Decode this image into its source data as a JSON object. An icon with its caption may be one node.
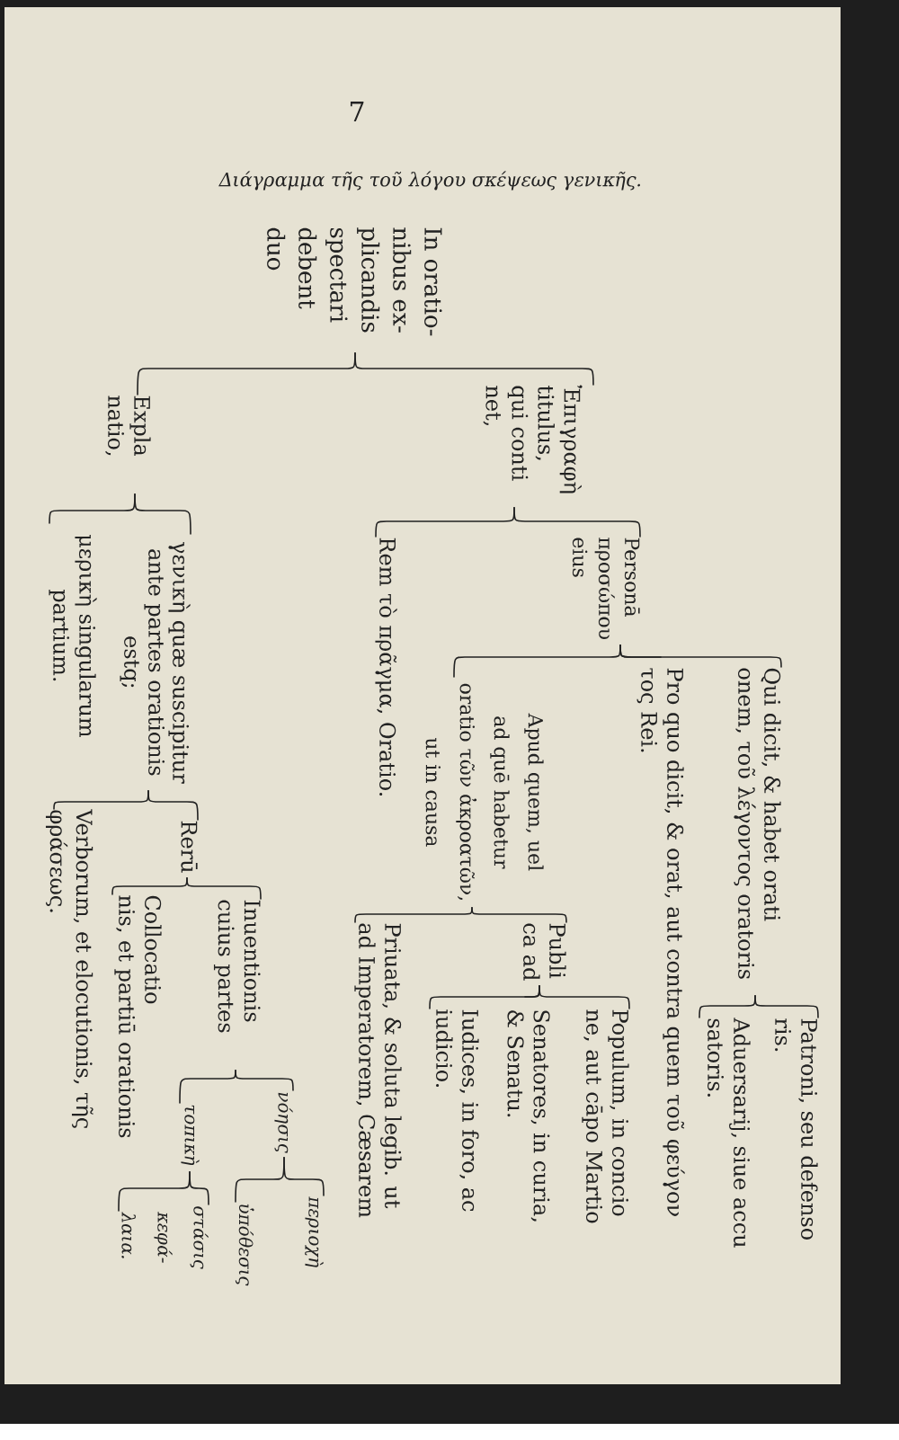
{
  "diagram": {
    "title": "Διάγραμμα τῆς τοῦ λόγου σκέψεως γενικῆς.",
    "nodes": [
      {
        "text": [
          "In oratio- nibus ex- plicandis spectari debent duo"
        ]
      },
      {
        "text": [
          "Ἐπιγραφὴ titulus, qui conti net,"
        ]
      },
      {
        "text": [
          "Personā προσώπου eius"
        ]
      },
      {
        "text": [
          "Qui dicit, & habet orati onem, τοῦ λέγοντος oratoris"
        ]
      },
      {
        "text": [
          "Patroni, seu defenso ris."
        ]
      },
      {
        "text": [
          "Aduersarij, siue accu satoris."
        ]
      },
      {
        "text": [
          "Pro quo dicit, & orat, aut contra quem τοῦ φεύγον τος Rei."
        ]
      },
      {
        "text": [
          "Apud quem, uel ad quē habetur oratio τῶν ἀκροατῶν, ut in causa"
        ]
      },
      {
        "text": [
          "Publi ca ad"
        ]
      },
      {
        "text": [
          "Populum, in concio ne, aut cāpo Martio"
        ]
      },
      {
        "text": [
          "Senatores, in curia, & Senatu."
        ]
      },
      {
        "text": [
          "Iudices, in foro, ac iudicio."
        ]
      },
      {
        "text": [
          "Priuata, & soluta legib. ut ad Imperatorem, Cæsarem"
        ]
      },
      {
        "text": [
          "Rem τὸ πρᾶγμα, Oratio."
        ]
      },
      {
        "text": [
          "Expla natio,"
        ]
      },
      {
        "text": [
          "γενικὴ quæ suscipitur ante partes orationis estq;"
        ]
      },
      {
        "text": [
          "Rerū"
        ]
      },
      {
        "text": [
          "Inuentionis cuius partes"
        ]
      },
      {
        "text": [
          "νόησις"
        ]
      },
      {
        "text": [
          "περιοχὴ"
        ]
      },
      {
        "text": [
          "ὑπόθεσις"
        ]
      },
      {
        "text": [
          "τοπικὴ"
        ]
      },
      {
        "text": [
          "στάσις"
        ]
      },
      {
        "text": [
          "κεφά- λαια."
        ]
      },
      {
        "text": [
          "Collocatio nis, et partiū orationis"
        ]
      },
      {
        "text": [
          "Verborum, et elocutionis, τῆς φράσεως."
        ]
      },
      {
        "text": [
          "μερικὴ singularum partium."
        ]
      }
    ],
    "edges": [
      {
        "from": 0,
        "to": 1,
        "arrow": "none"
      },
      {
        "from": 0,
        "to": 14,
        "arrow": "none"
      },
      {
        "from": 1,
        "to": 2,
        "arrow": "none"
      },
      {
        "from": 1,
        "to": 13,
        "arrow": "none"
      },
      {
        "from": 2,
        "to": 3,
        "arrow": "none"
      },
      {
        "from": 2,
        "to": 6,
        "arrow": "none"
      },
      {
        "from": 2,
        "to": 7,
        "arrow": "none"
      },
      {
        "from": 3,
        "to": 4,
        "arrow": "none"
      },
      {
        "from": 3,
        "to": 5,
        "arrow": "none"
      },
      {
        "from": 7,
        "to": 8,
        "arrow": "none"
      },
      {
        "from": 7,
        "to": 12,
        "arrow": "none"
      },
      {
        "from": 8,
        "to": 9,
        "arrow": "none"
      },
      {
        "from": 8,
        "to": 10,
        "arrow": "none"
      },
      {
        "from": 8,
        "to": 11,
        "arrow": "none"
      },
      {
        "from": 14,
        "to": 15,
        "arrow": "none"
      },
      {
        "from": 14,
        "to": 26,
        "arrow": "none"
      },
      {
        "from": 15,
        "to": 16,
        "arrow": "none"
      },
      {
        "from": 15,
        "to": 25,
        "arrow": "none"
      },
      {
        "from": 16,
        "to": 17,
        "arrow": "none"
      },
      {
        "from": 16,
        "to": 24,
        "arrow": "none"
      },
      {
        "from": 17,
        "to": 18,
        "arrow": "none"
      },
      {
        "from": 17,
        "to": 21,
        "arrow": "none"
      },
      {
        "from": 18,
        "to": 19,
        "arrow": "none"
      },
      {
        "from": 18,
        "to": 20,
        "arrow": "none"
      },
      {
        "from": 21,
        "to": 22,
        "arrow": "none"
      },
      {
        "from": 21,
        "to": 23,
        "arrow": "none"
      }
    ],
    "labels": [
      "7"
    ]
  }
}
